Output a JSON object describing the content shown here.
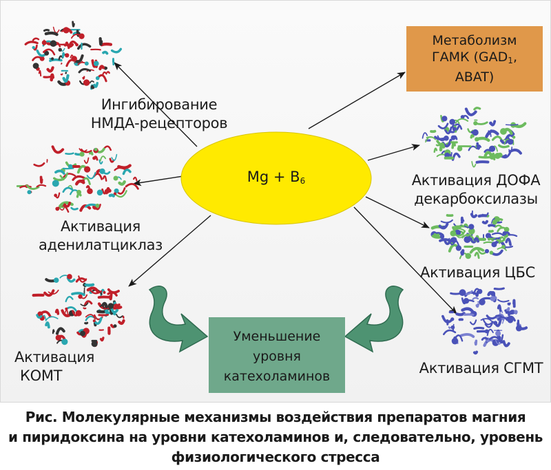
{
  "center": {
    "text": "Mg + B",
    "sub": "6",
    "color": "#ffea00"
  },
  "box_metabolism": {
    "lines": [
      "Метаболизм",
      "ГАМК (GAD",
      "ABAT)"
    ],
    "sub": "1",
    "color": "#e0984a"
  },
  "box_catecholamines": {
    "lines": [
      "Уменьшение",
      "уровня",
      "катехоламинов"
    ],
    "color": "#6fa88b"
  },
  "labels": {
    "nmda": [
      "Ингибирование",
      "НМДА-рецепторов"
    ],
    "adenylate": [
      "Активация",
      "аденилатциклаз"
    ],
    "komt": [
      "Активация",
      "КОМТ"
    ],
    "dopa": [
      "Активация ДОФА",
      "декарбоксилазы"
    ],
    "cbs": "Активация ЦБС",
    "sgmt": "Активация СГМТ"
  },
  "caption": [
    "Рис. Молекулярные механизмы воздействия препаратов магния",
    "и пиридоксина на уровни катехоламинов и, следовательно, уровень",
    "физиологического стресса"
  ],
  "colors": {
    "curved_arrow": "#4e9372",
    "protein_red": "#c0202a",
    "protein_teal": "#2aa7b0",
    "protein_green": "#6dbb5f",
    "protein_blue": "#4a52b8"
  }
}
